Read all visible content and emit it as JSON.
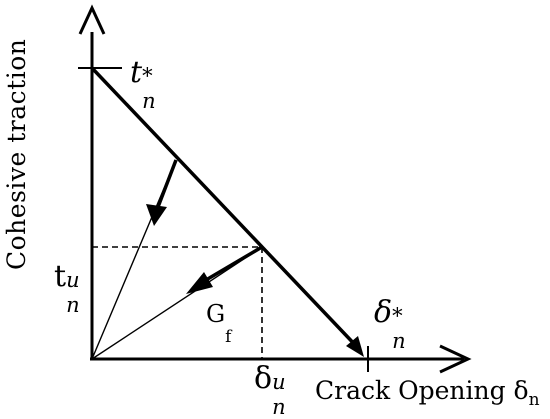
{
  "y_axis_label": "Cohesive traction",
  "x_axis_label": "Crack Opening δ",
  "x_axis_label_subscript": "n",
  "labels": {
    "t_star": {
      "base": "t",
      "sub": "n",
      "sup": "*"
    },
    "t_u": {
      "base": "t",
      "sub": "n",
      "sup": "u"
    },
    "delta_star": {
      "base": "δ",
      "sub": "n",
      "sup": "*"
    },
    "delta_u": {
      "base": "δ",
      "sub": "n",
      "sup": "u"
    },
    "g_f": {
      "base": "G",
      "sub": "f"
    }
  },
  "colors": {
    "line": "#000000",
    "background": "#ffffff"
  }
}
